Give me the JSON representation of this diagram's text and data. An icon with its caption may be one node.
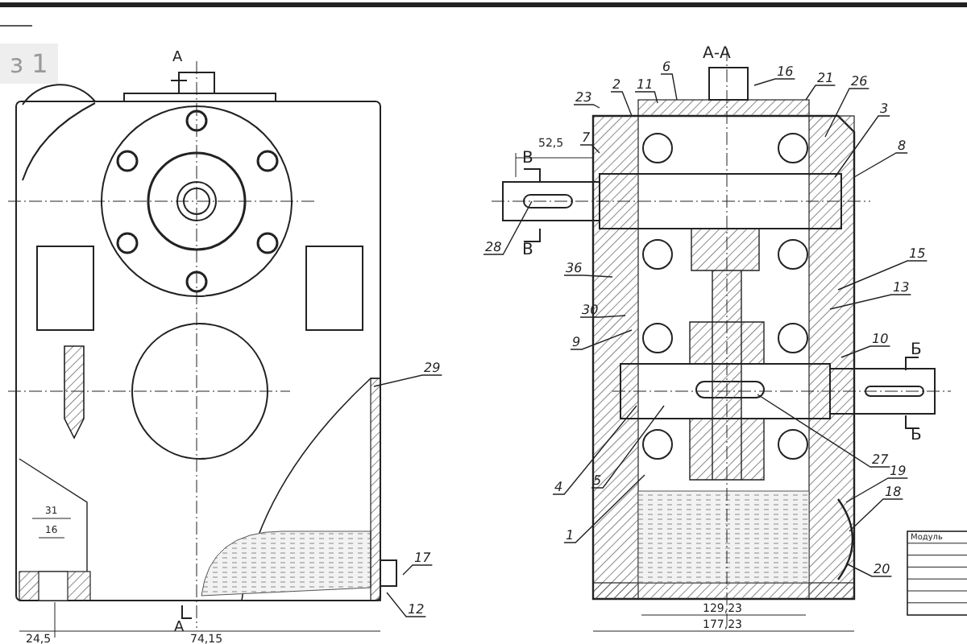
{
  "diagram": {
    "nodes": [
      {
        "text": [
          "29"
        ]
      },
      {
        "text": [
          "17"
        ]
      },
      {
        "text": [
          "12"
        ]
      },
      {
        "text": [
          "6"
        ]
      },
      {
        "text": [
          "2"
        ]
      },
      {
        "text": [
          "11"
        ]
      },
      {
        "text": [
          "23"
        ]
      },
      {
        "text": [
          "7"
        ]
      },
      {
        "text": [
          "16"
        ]
      },
      {
        "text": [
          "21"
        ]
      },
      {
        "text": [
          "26"
        ]
      },
      {
        "text": [
          "3"
        ]
      },
      {
        "text": [
          "8"
        ]
      },
      {
        "text": [
          "28"
        ]
      },
      {
        "text": [
          "36"
        ]
      },
      {
        "text": [
          "30"
        ]
      },
      {
        "text": [
          "15"
        ]
      },
      {
        "text": [
          "13"
        ]
      },
      {
        "text": [
          "9"
        ]
      },
      {
        "text": [
          "10"
        ]
      },
      {
        "text": [
          "4"
        ]
      },
      {
        "text": [
          "5"
        ]
      },
      {
        "text": [
          "1"
        ]
      },
      {
        "text": [
          "27"
        ]
      },
      {
        "text": [
          "19"
        ]
      },
      {
        "text": [
          "18"
        ]
      },
      {
        "text": [
          "20"
        ]
      }
    ],
    "edges": [
      {
        "from": 0,
        "to": null,
        "arrow": "none"
      },
      {
        "from": 1,
        "to": null,
        "arrow": "none"
      },
      {
        "from": 2,
        "to": null,
        "arrow": "none"
      },
      {
        "from": 3,
        "to": null,
        "arrow": "none"
      },
      {
        "from": 4,
        "to": null,
        "arrow": "none"
      },
      {
        "from": 5,
        "to": null,
        "arrow": "none"
      },
      {
        "from": 6,
        "to": null,
        "arrow": "none"
      },
      {
        "from": 7,
        "to": null,
        "arrow": "none"
      },
      {
        "from": 8,
        "to": null,
        "arrow": "none"
      },
      {
        "from": 9,
        "to": null,
        "arrow": "none"
      },
      {
        "from": 10,
        "to": null,
        "arrow": "none"
      },
      {
        "from": 11,
        "to": null,
        "arrow": "none"
      },
      {
        "from": 12,
        "to": null,
        "arrow": "none"
      },
      {
        "from": 13,
        "to": null,
        "arrow": "none"
      },
      {
        "from": 14,
        "to": null,
        "arrow": "none"
      },
      {
        "from": 15,
        "to": null,
        "arrow": "none"
      },
      {
        "from": 16,
        "to": null,
        "arrow": "none"
      },
      {
        "from": 17,
        "to": null,
        "arrow": "none"
      },
      {
        "from": 18,
        "to": null,
        "arrow": "none"
      },
      {
        "from": 19,
        "to": null,
        "arrow": "none"
      },
      {
        "from": 20,
        "to": null,
        "arrow": "none"
      },
      {
        "from": 21,
        "to": null,
        "arrow": "none"
      },
      {
        "from": 22,
        "to": null,
        "arrow": "none"
      },
      {
        "from": 23,
        "to": null,
        "arrow": "none"
      },
      {
        "from": 24,
        "to": null,
        "arrow": "none"
      },
      {
        "from": 25,
        "to": null,
        "arrow": "none"
      },
      {
        "from": 26,
        "to": null,
        "arrow": "none"
      }
    ],
    "labels": [
      "з 1",
      "А",
      "А",
      "24,5",
      "74,15",
      "31",
      "16",
      "А-А",
      "В",
      "В",
      "52,5",
      "Б",
      "Б",
      "129,23",
      "177,23",
      "Модуль"
    ]
  }
}
